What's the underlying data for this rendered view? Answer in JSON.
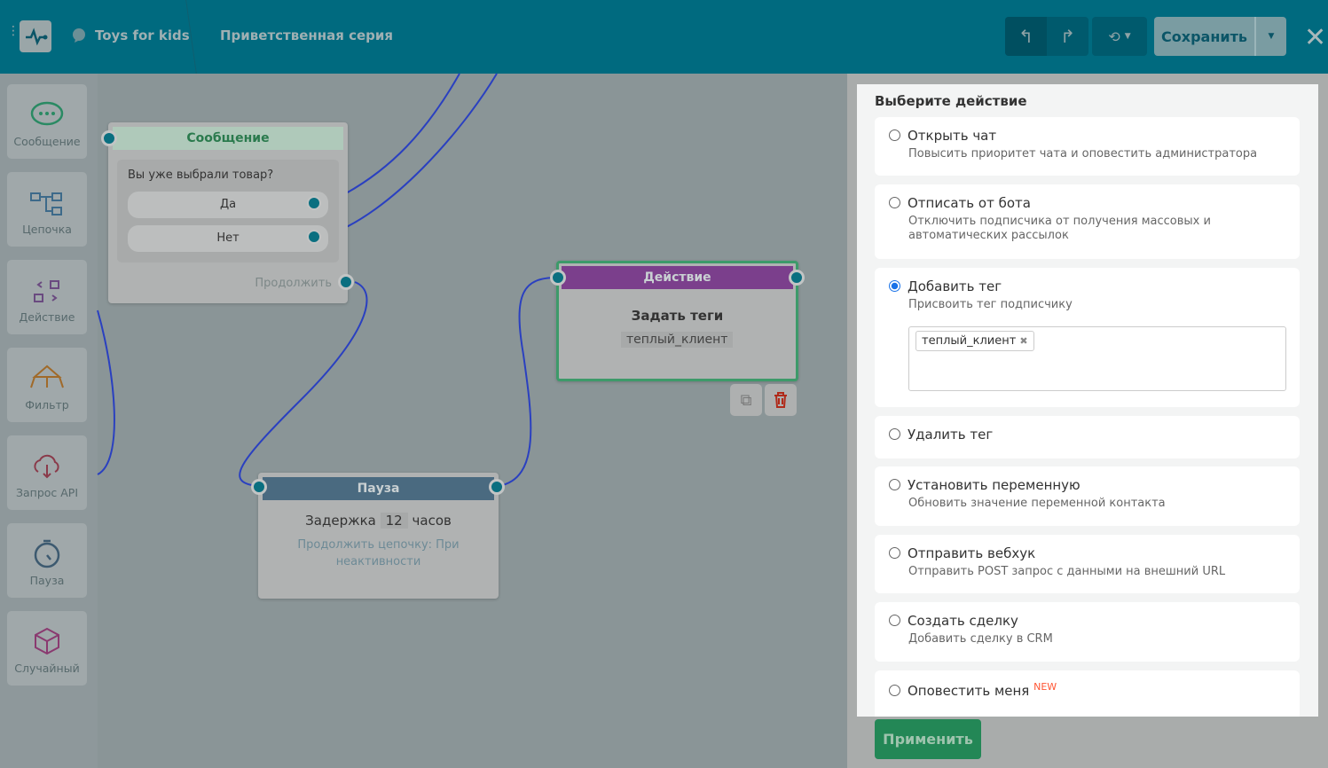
{
  "header": {
    "bot_name": "Toys for kids",
    "flow_name": "Приветственная серия",
    "save_label": "Сохранить",
    "icons": [
      "menu-dots-icon",
      "pulse-logo-icon",
      "viber-icon",
      "undo-icon",
      "redo-icon",
      "history-icon",
      "chevron-down-icon",
      "close-icon"
    ]
  },
  "sidebar": {
    "items": [
      {
        "label": "Сообщение",
        "icon": "message-icon"
      },
      {
        "label": "Цепочка",
        "icon": "chain-icon"
      },
      {
        "label": "Действие",
        "icon": "action-icon"
      },
      {
        "label": "Фильтр",
        "icon": "filter-icon"
      },
      {
        "label": "Запрос API",
        "icon": "api-cloud-icon"
      },
      {
        "label": "Пауза",
        "icon": "stopwatch-icon"
      },
      {
        "label": "Случайный",
        "icon": "dice-icon"
      }
    ]
  },
  "canvas": {
    "message_node": {
      "title": "Сообщение",
      "text": "Вы уже выбрали товар?",
      "buttons": [
        "Да",
        "Нет"
      ],
      "continue": "Продолжить"
    },
    "action_node": {
      "title": "Действие",
      "subtitle": "Задать теги",
      "tag": "теплый_клиент"
    },
    "pause_node": {
      "title": "Пауза",
      "delay_label": "Задержка",
      "delay_value": "12",
      "delay_unit": "часов",
      "note": "Продолжить цепочку: При неактивности"
    }
  },
  "panel": {
    "title": "Выберите действие",
    "options": [
      {
        "label": "Открыть чат",
        "desc": "Повысить приоритет чата и оповестить администратора",
        "selected": false
      },
      {
        "label": "Отписать от бота",
        "desc": "Отключить подписчика от получения массовых и автоматических рассылок",
        "selected": false
      },
      {
        "label": "Добавить тег",
        "desc": "Присвоить тег подписчику",
        "selected": true,
        "tags": [
          "теплый_клиент"
        ]
      },
      {
        "label": "Удалить тег",
        "desc": "",
        "selected": false
      },
      {
        "label": "Установить переменную",
        "desc": "Обновить значение переменной контакта",
        "selected": false
      },
      {
        "label": "Отправить вебхук",
        "desc": "Отправить POST запрос с данными на внешний URL",
        "selected": false
      },
      {
        "label": "Создать сделку",
        "desc": "Добавить сделку в CRM",
        "selected": false
      },
      {
        "label": "Оповестить меня",
        "badge": "NEW",
        "selected": false
      }
    ],
    "apply_label": "Применить"
  },
  "colors": {
    "header": "#006a7f",
    "action": "#7b3f8c",
    "pause": "#4a6a80",
    "message": "#b7d3c3",
    "apply": "#238756",
    "new_badge": "#ff5533",
    "selected_radio": "#1a73e8"
  }
}
